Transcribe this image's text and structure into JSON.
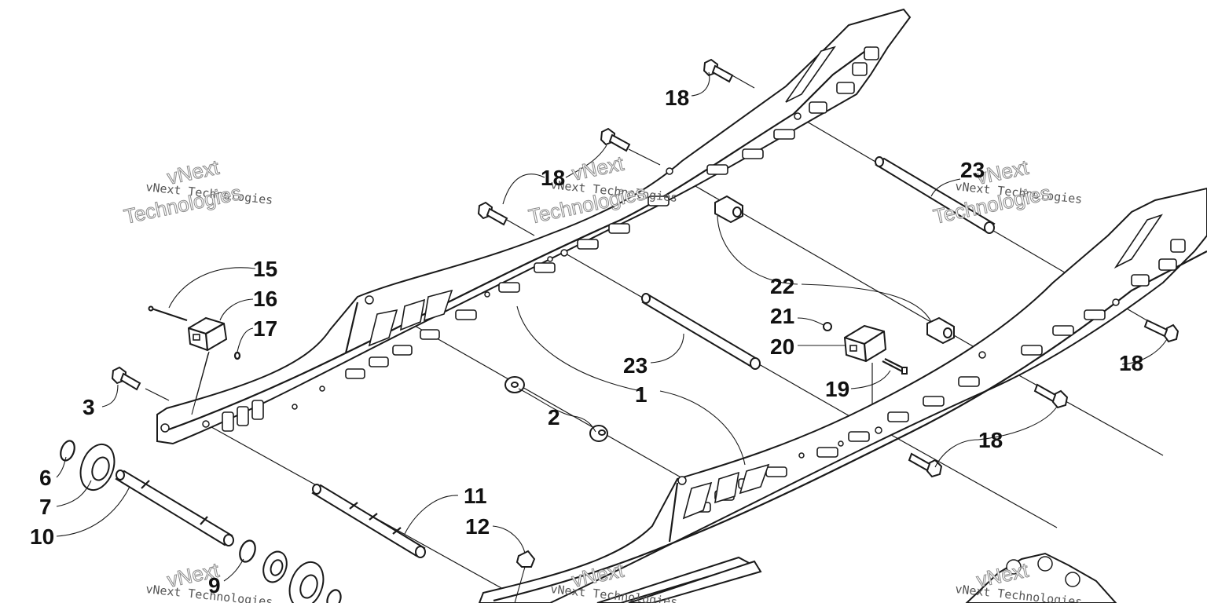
{
  "callouts": {
    "c1": "1",
    "c2": "2",
    "c3": "3",
    "c6": "6",
    "c7": "7",
    "c9": "9",
    "c10": "10",
    "c11": "11",
    "c12": "12",
    "c15": "15",
    "c16": "16",
    "c17": "17",
    "c18a": "18",
    "c18b": "18",
    "c18c": "18",
    "c18d": "18",
    "c19": "19",
    "c20": "20",
    "c21": "21",
    "c22": "22",
    "c23a": "23",
    "c23b": "23"
  },
  "watermark": {
    "line1": "vNext Technologies",
    "big1": "vNext",
    "big2": "Technologies"
  }
}
